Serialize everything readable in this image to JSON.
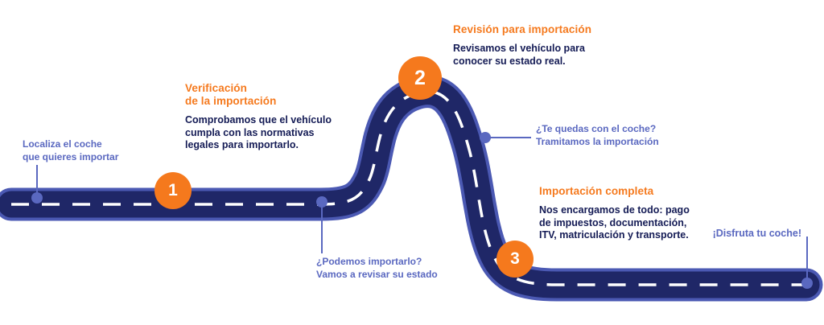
{
  "colors": {
    "bg": "#FFFFFF",
    "orange": "#F5791D",
    "navy": "#141B55",
    "periwinkle": "#5A68C0",
    "road_fill": "#1F2767",
    "road_border": "#4B59B3",
    "dash": "#FFFFFF"
  },
  "start_label": {
    "lines": [
      "Localiza el coche",
      "que quieres importar"
    ]
  },
  "milestones": [
    {
      "number": "1",
      "title_lines": [
        "Verificación",
        "de la importación"
      ],
      "body_lines": [
        "Comprobamos que el vehículo",
        "cumpla con las normativas",
        "legales para importarlo."
      ]
    },
    {
      "number": "2",
      "title_lines": [
        "Revisión para importación"
      ],
      "body_lines": [
        "Revisamos el vehículo para",
        "conocer su estado real."
      ]
    },
    {
      "number": "3",
      "title_lines": [
        "Importación completa"
      ],
      "body_lines": [
        "Nos encargamos de todo: pago",
        "de impuestos, documentación,",
        "ITV, matriculación y transporte."
      ]
    }
  ],
  "checkpoints": [
    {
      "lines": [
        "¿Podemos importarlo?",
        "Vamos a revisar su estado"
      ]
    },
    {
      "lines": [
        "¿Te quedas con el coche?",
        "Tramitamos la importación"
      ]
    }
  ],
  "end_label": {
    "text": "¡Disfruta tu coche!"
  }
}
